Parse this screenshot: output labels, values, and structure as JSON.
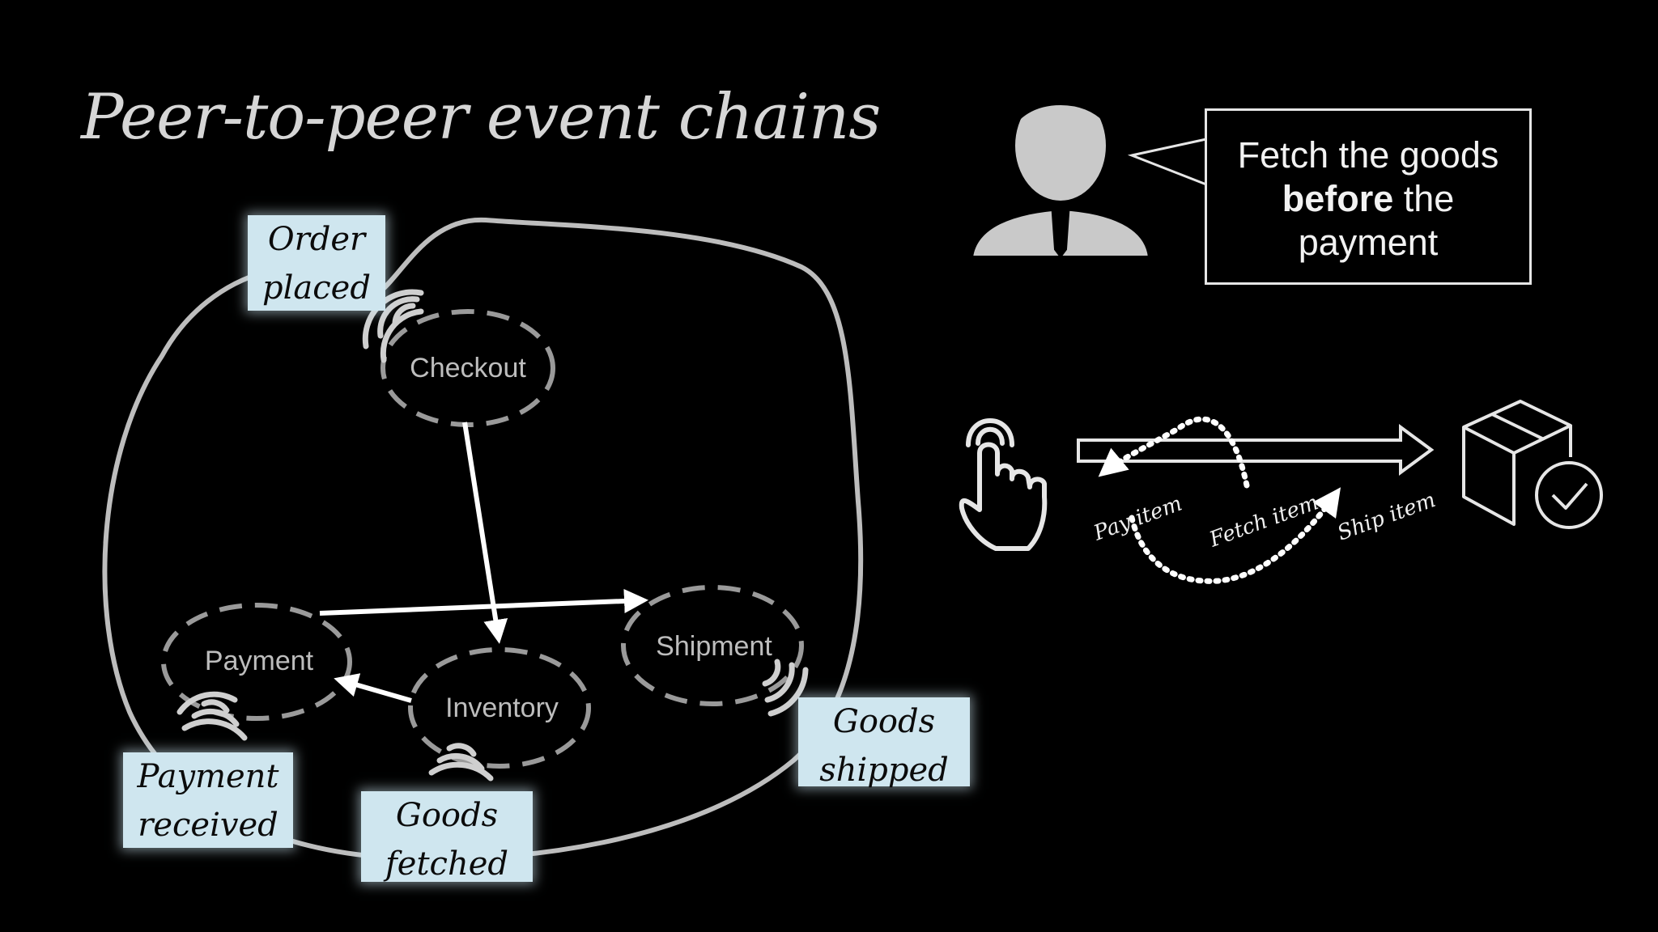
{
  "title": "Peer-to-peer event chains",
  "services": {
    "checkout": "Checkout",
    "payment": "Payment",
    "inventory": "Inventory",
    "shipment": "Shipment"
  },
  "events": {
    "order_placed": [
      "Order",
      "placed"
    ],
    "payment_received": [
      "Payment",
      "received"
    ],
    "goods_fetched": [
      "Goods",
      "fetched"
    ],
    "goods_shipped": [
      "Goods",
      "shipped"
    ]
  },
  "speech": {
    "line1": "Fetch the goods",
    "bold": "before",
    "after_bold": " the",
    "line3": "payment"
  },
  "flow_labels": {
    "pay": "Pay item",
    "fetch": "Fetch item",
    "ship": "Ship item"
  },
  "icons": [
    "person-icon",
    "hand-pointer-icon",
    "package-check-icon",
    "broadcast-icon"
  ],
  "colors": {
    "background": "#000000",
    "sticky_note": "#cfe6ef",
    "line": "#ffffff",
    "muted": "#bdbdbd"
  }
}
